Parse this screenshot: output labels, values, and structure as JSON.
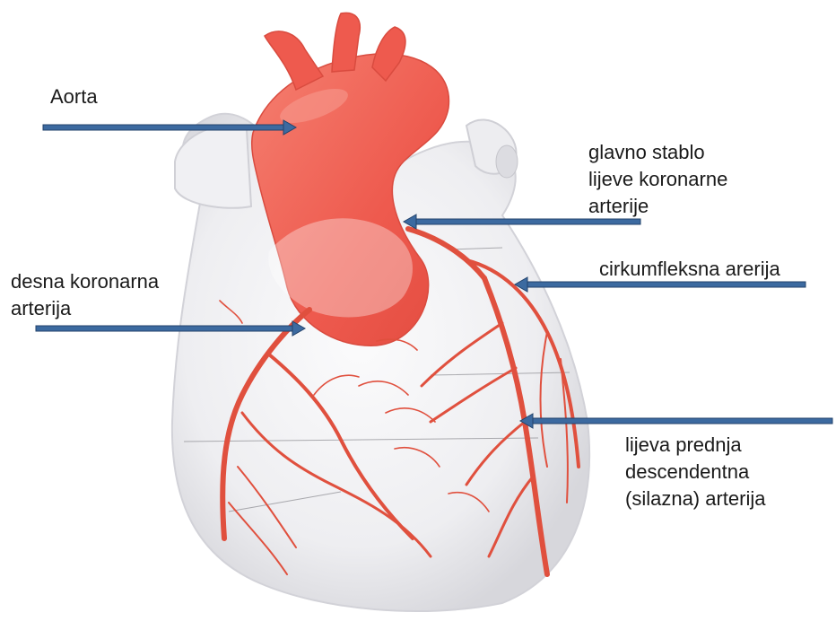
{
  "labels": {
    "aorta": "Aorta",
    "left_main": [
      "glavno stablo",
      "lijeve koronarne",
      "arterije"
    ],
    "circumflex": "cirkumfleksna arerija",
    "right_coronary": [
      "desna koronarna",
      "arterija"
    ],
    "lad": [
      "lijeva prednja",
      "descendentna",
      "(silazna) arterija"
    ]
  },
  "colors": {
    "background": "#ffffff",
    "heart_body": "#f1f1f3",
    "heart_shadow": "#d9d9de",
    "aorta": "#ee5a4e",
    "aorta_highlight": "#f58a7c",
    "artery": "#e0503e",
    "arrow": "#3c6aa0",
    "arrow_edge": "#23436b",
    "text": "#1a1a1a"
  }
}
